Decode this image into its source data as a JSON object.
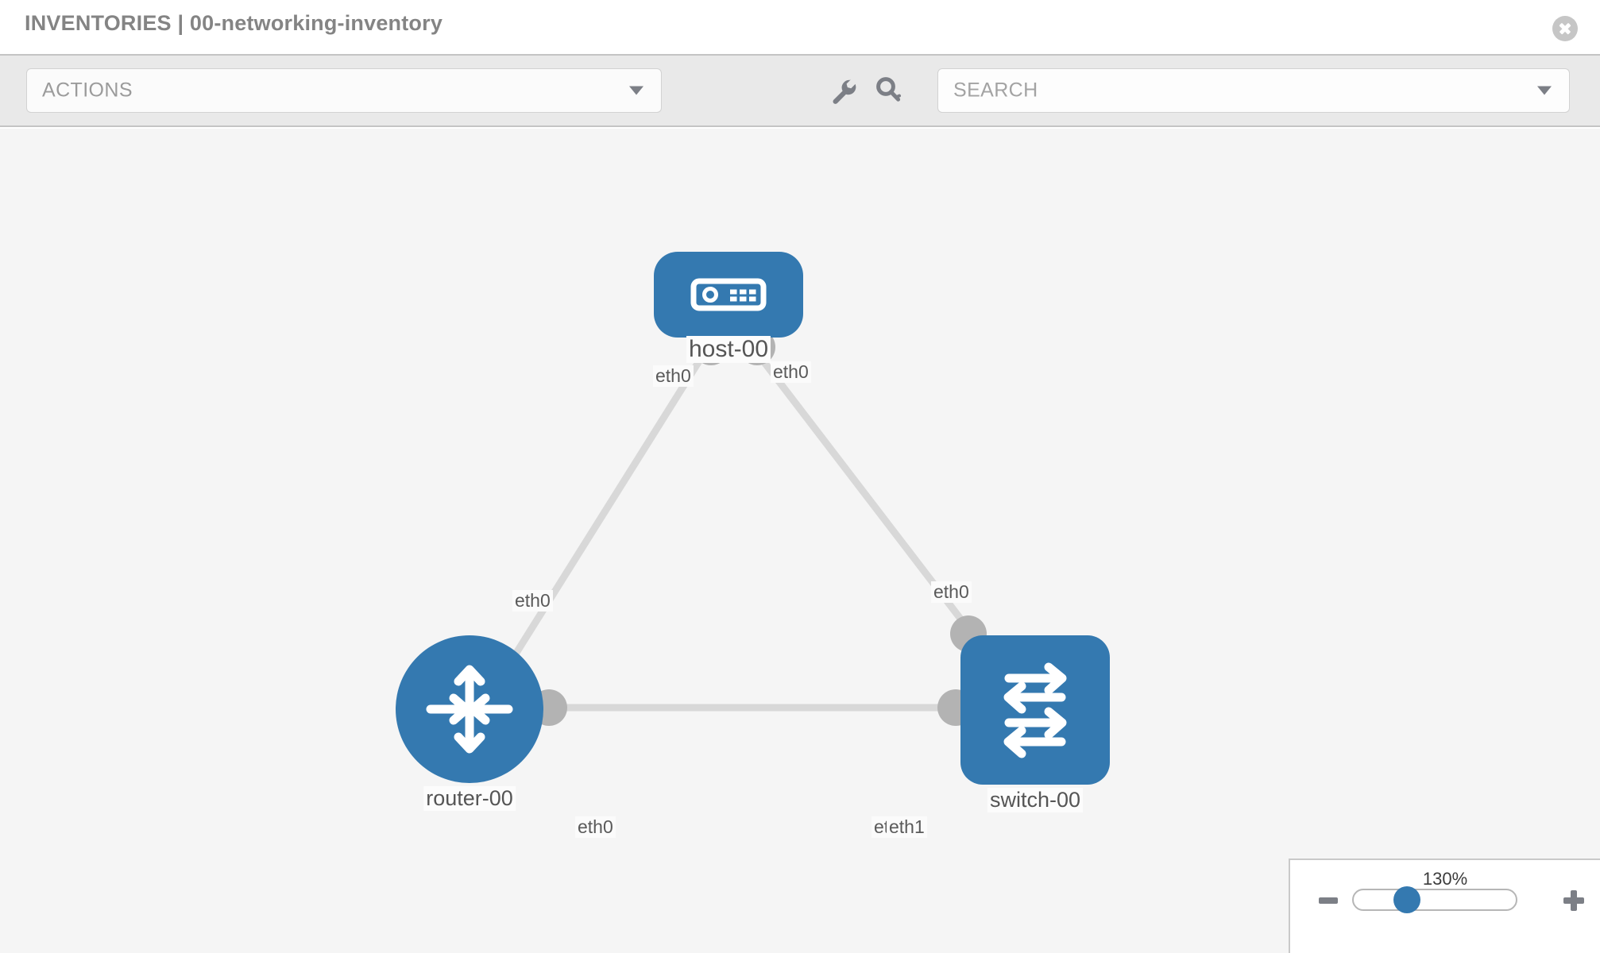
{
  "window": {
    "title_section": "INVENTORIES",
    "title_separator": "|",
    "title_name": "00-networking-inventory",
    "title_full": "INVENTORIES | 00-networking-inventory",
    "close_icon": "close-circle-icon"
  },
  "toolbar": {
    "actions_dropdown": {
      "selected_label": "ACTIONS",
      "caret_icon": "chevron-down-icon"
    },
    "wrench_icon": "wrench-icon",
    "key_icon": "key-icon",
    "search": {
      "value": "",
      "placeholder": "SEARCH",
      "caret_icon": "chevron-down-icon"
    }
  },
  "topology": {
    "nodes": [
      {
        "id": "host-00",
        "label": "host-00",
        "type": "host",
        "icon": "server-icon",
        "shape": "rounded-rect",
        "color": "#3479b0"
      },
      {
        "id": "router-00",
        "label": "router-00",
        "type": "router",
        "icon": "router-four-arrows-icon",
        "shape": "circle",
        "color": "#3479b0"
      },
      {
        "id": "switch-00",
        "label": "switch-00",
        "type": "switch",
        "icon": "switch-arrows-icon",
        "shape": "rounded-square",
        "color": "#3479b0"
      }
    ],
    "edge_labels": {
      "host_left": "eth0",
      "host_right": "eth0",
      "router_up": "eth0",
      "switch_up": "eth0",
      "router_right": "eth0",
      "switch_left_behind": "eth0",
      "switch_left_front": "eth1"
    },
    "link_color": "#d8d8d8",
    "connector_color": "#b3b3b3"
  },
  "zoom_control": {
    "percent": "130%",
    "minus_label": "−",
    "plus_label": "+",
    "slider_value": 130,
    "slider_min": 10,
    "slider_max": 250
  }
}
